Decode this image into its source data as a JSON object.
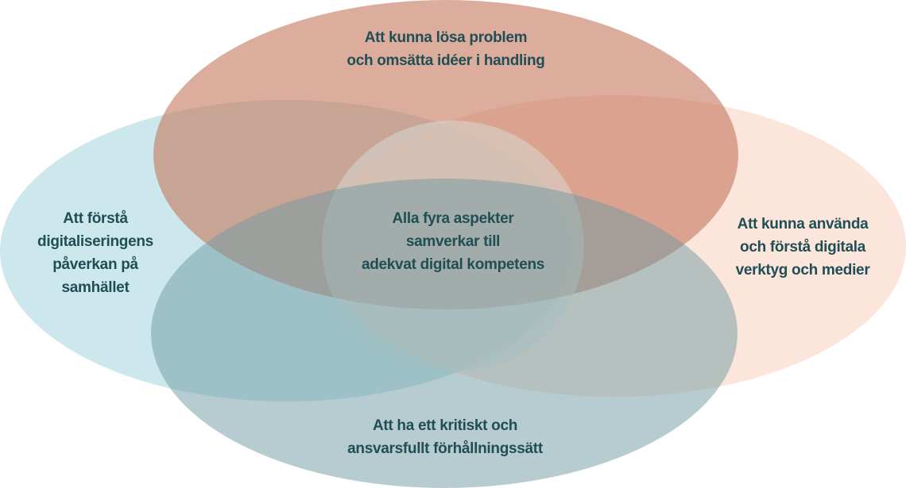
{
  "diagram": {
    "type": "venn",
    "sets": [
      {
        "id": "problem",
        "lines": [
          "Att kunna lösa problem",
          "och omsätta idéer i handling"
        ],
        "color": "#cf8a72"
      },
      {
        "id": "society",
        "lines": [
          "Att förstå",
          "digitaliseringens",
          "påverkan på",
          "samhället"
        ],
        "color": "#cce8ec"
      },
      {
        "id": "tools",
        "lines": [
          "Att kunna använda",
          "och förstå digitala",
          "verktyg och medier"
        ],
        "color": "#fde6dc"
      },
      {
        "id": "critical",
        "lines": [
          "Att ha ett kritiskt och",
          "ansvarsfullt förhållningssätt"
        ],
        "color": "#7fa5ad"
      }
    ],
    "center": {
      "lines": [
        "Alla fyra aspekter",
        "samverkar till",
        "adekvat digital kompetens"
      ]
    },
    "text_color": "#1f4e55"
  }
}
